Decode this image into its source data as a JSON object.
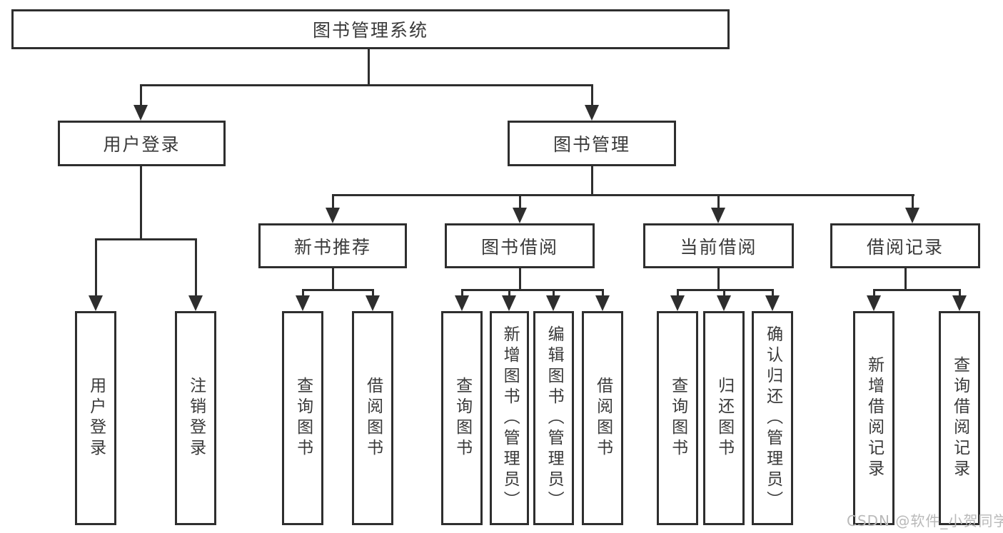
{
  "tree": {
    "root": "图书管理系统",
    "children": [
      {
        "label": "用户登录",
        "children": [
          {
            "label": "用户登录"
          },
          {
            "label": "注销登录"
          }
        ]
      },
      {
        "label": "图书管理",
        "children": [
          {
            "label": "新书推荐",
            "children": [
              {
                "label": "查询图书"
              },
              {
                "label": "借阅图书"
              }
            ]
          },
          {
            "label": "图书借阅",
            "children": [
              {
                "label": "查询图书"
              },
              {
                "label": "新增图书（管理员）"
              },
              {
                "label": "编辑图书（管理员）"
              },
              {
                "label": "借阅图书"
              }
            ]
          },
          {
            "label": "当前借阅",
            "children": [
              {
                "label": "查询图书"
              },
              {
                "label": "归还图书"
              },
              {
                "label": "确认归还（管理员）"
              }
            ]
          },
          {
            "label": "借阅记录",
            "children": [
              {
                "label": "新增借阅记录"
              },
              {
                "label": "查询借阅记录"
              }
            ]
          }
        ]
      }
    ]
  },
  "watermark": {
    "text": "CSDN @软件_小贺同学"
  },
  "colors": {
    "line": "#2e2e2e",
    "text": "#3a3a3a",
    "watermark": "#b9b9b9",
    "background": "#ffffff"
  }
}
